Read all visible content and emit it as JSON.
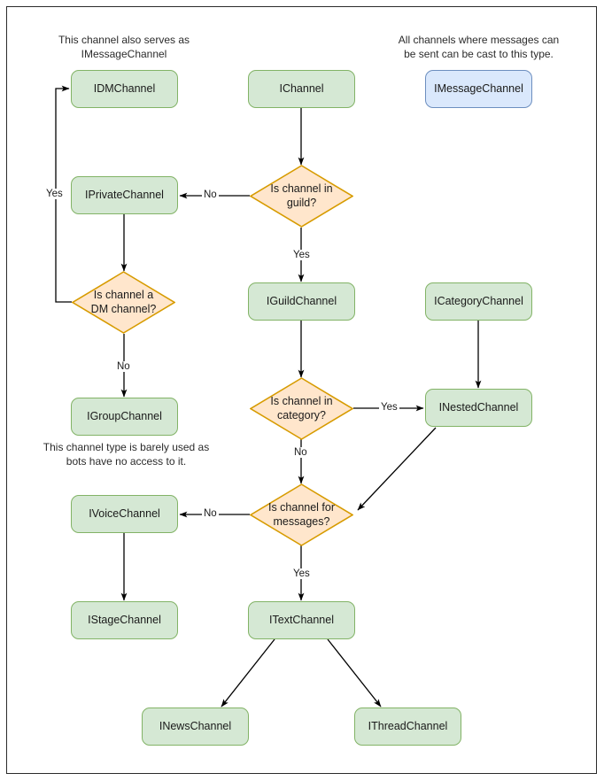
{
  "diagram": {
    "title": "Discord channel interface type decision flowchart",
    "colors": {
      "node_fill_green": "#d5e8d4",
      "node_border_green": "#82b366",
      "node_fill_blue": "#dae8fc",
      "node_border_blue": "#6c8ebf",
      "decision_fill_orange": "#ffe6cc",
      "decision_border_orange": "#d79b00",
      "edge_color": "#000000",
      "page_border": "#2b2b2b",
      "background": "#ffffff"
    },
    "notes": [
      {
        "id": "note-dm",
        "line1": "This channel also serves as",
        "line2": "IMessageChannel"
      },
      {
        "id": "note-message",
        "line1": "All channels where messages can",
        "line2": "be sent can be cast to this type."
      },
      {
        "id": "note-group",
        "line1": "This channel type is barely used as",
        "line2": "bots have no access to it."
      }
    ],
    "nodes": [
      {
        "id": "idmchannel",
        "label": "IDMChannel",
        "type": "interface",
        "style": "green"
      },
      {
        "id": "ichannel",
        "label": "IChannel",
        "type": "interface",
        "style": "green"
      },
      {
        "id": "imessagechannel",
        "label": "IMessageChannel",
        "type": "interface",
        "style": "blue"
      },
      {
        "id": "iprivatechannel",
        "label": "IPrivateChannel",
        "type": "interface",
        "style": "green"
      },
      {
        "id": "iguildchannel",
        "label": "IGuildChannel",
        "type": "interface",
        "style": "green"
      },
      {
        "id": "icategorychannel",
        "label": "ICategoryChannel",
        "type": "interface",
        "style": "green"
      },
      {
        "id": "igroupchannel",
        "label": "IGroupChannel",
        "type": "interface",
        "style": "green"
      },
      {
        "id": "inestedchannel",
        "label": "INestedChannel",
        "type": "interface",
        "style": "green"
      },
      {
        "id": "ivoicechannel",
        "label": "IVoiceChannel",
        "type": "interface",
        "style": "green"
      },
      {
        "id": "istagechannel",
        "label": "IStageChannel",
        "type": "interface",
        "style": "green"
      },
      {
        "id": "itextchannel",
        "label": "ITextChannel",
        "type": "interface",
        "style": "green"
      },
      {
        "id": "inewschannel",
        "label": "INewsChannel",
        "type": "interface",
        "style": "green"
      },
      {
        "id": "ithreadchannel",
        "label": "IThreadChannel",
        "type": "interface",
        "style": "green"
      }
    ],
    "decisions": [
      {
        "id": "d-guild",
        "line1": "Is channel in",
        "line2": "guild?"
      },
      {
        "id": "d-dm",
        "line1": "Is channel a",
        "line2": "DM channel?"
      },
      {
        "id": "d-category",
        "line1": "Is channel in",
        "line2": "category?"
      },
      {
        "id": "d-messages",
        "line1": "Is channel for",
        "line2": "messages?"
      }
    ],
    "edge_labels": {
      "guild_no": "No",
      "guild_yes": "Yes",
      "dm_yes": "Yes",
      "dm_no": "No",
      "category_yes": "Yes",
      "category_no": "No",
      "messages_no": "No",
      "messages_yes": "Yes"
    }
  }
}
